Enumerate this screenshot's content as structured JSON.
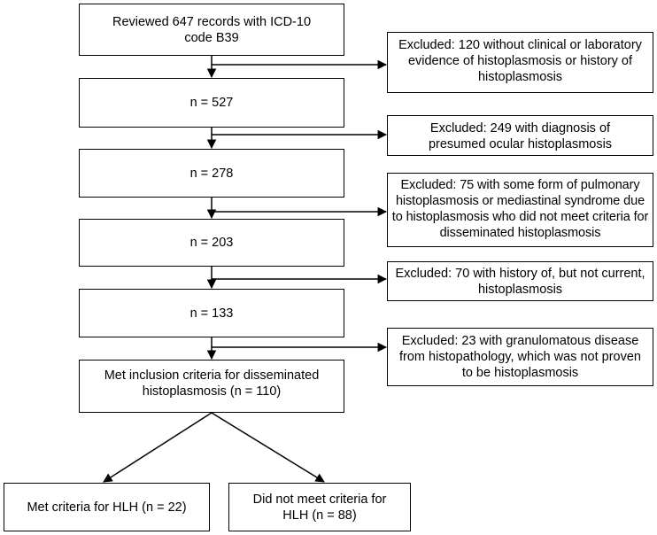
{
  "boxes": {
    "start": "Reviewed 647 records with ICD-10 code B39",
    "n527": "n = 527",
    "n278": "n = 278",
    "n203": "n = 203",
    "n133": "n = 133",
    "inclusion": "Met inclusion criteria for disseminated histoplasmosis (n = 110)",
    "hlh_yes": "Met criteria for HLH (n = 22)",
    "hlh_no": "Did not meet criteria for HLH (n = 88)"
  },
  "exclusions": [
    "Excluded: 120 without clinical or laboratory evidence of histoplasmosis or history of histoplasmosis",
    "Excluded: 249 with diagnosis of presumed ocular histoplasmosis",
    "Excluded: 75 with some form of pulmonary histoplasmosis or mediastinal syndrome due to histoplasmosis who did not meet criteria for disseminated histoplasmosis",
    "Excluded: 70 with history of, but not current, histoplasmosis",
    "Excluded: 23 with granulomatous disease from histopathology, which was not proven to be histoplasmosis"
  ]
}
